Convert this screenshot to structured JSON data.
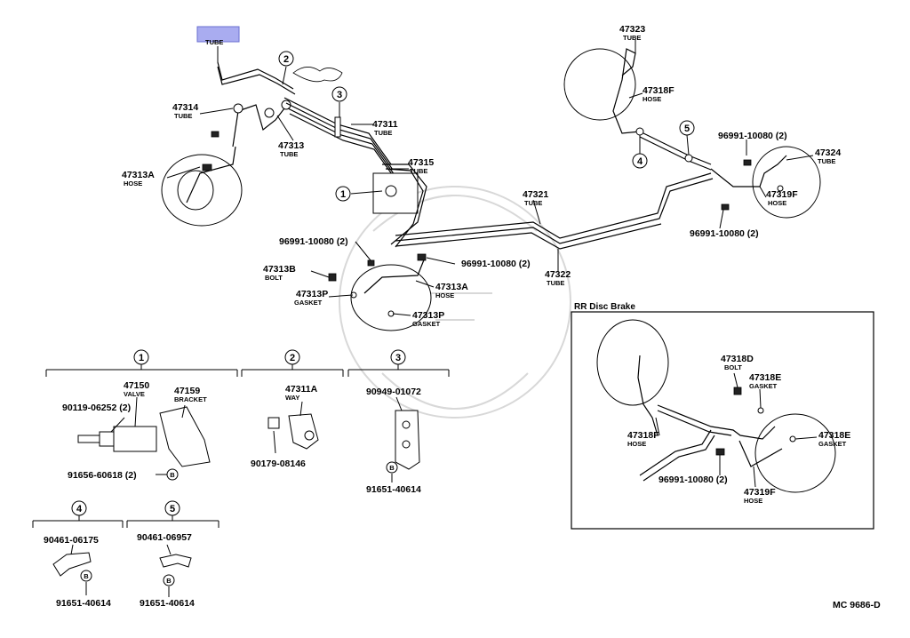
{
  "diagram": {
    "inset_title": "RR Disc Brake",
    "code": "MC 9686-D",
    "tube_label": "TUBE",
    "circled": [
      "1",
      "2",
      "3",
      "4",
      "5"
    ],
    "bolt_symbol": "B",
    "labels": {
      "l47323": {
        "num": "47323",
        "sub": "TUBE"
      },
      "l47318F_top": {
        "num": "47318F",
        "sub": "HOSE"
      },
      "l47314": {
        "num": "47314",
        "sub": "TUBE"
      },
      "l47313": {
        "num": "47313",
        "sub": "TUBE"
      },
      "l47311": {
        "num": "47311",
        "sub": "TUBE"
      },
      "l47315": {
        "num": "47315",
        "sub": "TUBE"
      },
      "l47313A_left": {
        "num": "47313A",
        "sub": "HOSE"
      },
      "l96991_topright": {
        "num": "96991-10080 (2)",
        "sub": ""
      },
      "l47324": {
        "num": "47324",
        "sub": "TUBE"
      },
      "l47319F_top": {
        "num": "47319F",
        "sub": "HOSE"
      },
      "l47321": {
        "num": "47321",
        "sub": "TUBE"
      },
      "l96991_right2": {
        "num": "96991-10080 (2)",
        "sub": ""
      },
      "l96991_mid": {
        "num": "96991-10080 (2)",
        "sub": ""
      },
      "l96991_center": {
        "num": "96991-10080 (2)",
        "sub": ""
      },
      "l47313B": {
        "num": "47313B",
        "sub": "BOLT"
      },
      "l47313P_1": {
        "num": "47313P",
        "sub": "GASKET"
      },
      "l47313A_mid": {
        "num": "47313A",
        "sub": "HOSE"
      },
      "l47313P_2": {
        "num": "47313P",
        "sub": "GASKET"
      },
      "l47322": {
        "num": "47322",
        "sub": "TUBE"
      },
      "l47150": {
        "num": "47150",
        "sub": "VALVE"
      },
      "l47159": {
        "num": "47159",
        "sub": "BRACKET"
      },
      "l90119": {
        "num": "90119-06252 (2)",
        "sub": ""
      },
      "l91656": {
        "num": "91656-60618 (2)",
        "sub": ""
      },
      "l47311A": {
        "num": "47311A",
        "sub": "WAY"
      },
      "l90179": {
        "num": "90179-08146",
        "sub": ""
      },
      "l90949": {
        "num": "90949-01072",
        "sub": ""
      },
      "l91651_3": {
        "num": "91651-40614",
        "sub": ""
      },
      "l90461_4": {
        "num": "90461-06175",
        "sub": ""
      },
      "l91651_4": {
        "num": "91651-40614",
        "sub": ""
      },
      "l90461_5": {
        "num": "90461-06957",
        "sub": ""
      },
      "l91651_5": {
        "num": "91651-40614",
        "sub": ""
      },
      "l47318D": {
        "num": "47318D",
        "sub": "BOLT"
      },
      "l47318E_1": {
        "num": "47318E",
        "sub": "GASKET"
      },
      "l47318F_inset": {
        "num": "47318F",
        "sub": "HOSE"
      },
      "l47318E_2": {
        "num": "47318E",
        "sub": "GASKET"
      },
      "l96991_inset": {
        "num": "96991-10080 (2)",
        "sub": ""
      },
      "l47319F_inset": {
        "num": "47319F",
        "sub": "HOSE"
      }
    }
  },
  "colors": {
    "highlight": "#a9acf0",
    "line": "#000000",
    "background": "#ffffff"
  }
}
